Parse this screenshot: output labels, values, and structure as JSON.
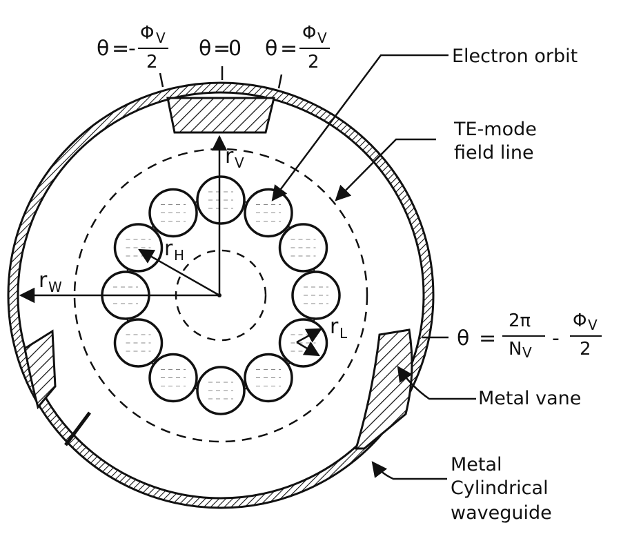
{
  "labels": {
    "electron_orbit": "Electron orbit",
    "te_mode_line1": "TE-mode",
    "te_mode_line2": "field line",
    "metal_vane": "Metal vane",
    "waveguide_line1": "Metal",
    "waveguide_line2": "Cylindrical",
    "waveguide_line3": "waveguide"
  },
  "angles": {
    "theta": "θ",
    "eq": "=",
    "minus": "-",
    "zero": "0",
    "phi": "Φ",
    "v": "V",
    "two": "2",
    "two_pi": "2π",
    "n": "N"
  },
  "radii": {
    "r": "r",
    "w": "W",
    "v": "V",
    "h": "H",
    "l": "L"
  },
  "geometry_counts": {
    "orbit_circles": 12,
    "vanes": 3
  },
  "colors": {
    "ink": "#111111",
    "paper": "#ffffff"
  }
}
